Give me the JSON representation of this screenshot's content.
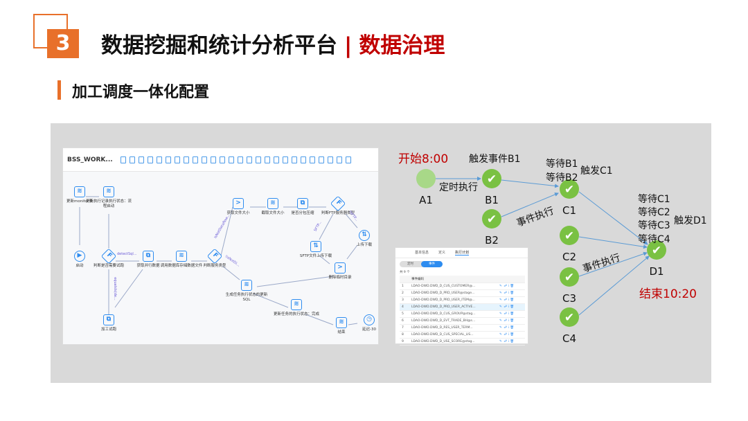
{
  "header": {
    "number": "3",
    "title": "数据挖掘和统计分析平台",
    "separator": "|",
    "title_highlight": "数据治理",
    "subtitle": "加工调度一体化配置"
  },
  "workflow": {
    "name": "BSS_WORK...",
    "nodes": [
      "更新monitor表",
      "更新执行记录执行状态：流程启动",
      "启动",
      "判断是否需要试跑",
      "加工试跑",
      "获取并行数据",
      "调用数据库存储数据文件",
      "判断服务类型",
      "获取文件大小",
      "截取文件大小",
      "是否分包压缩",
      "判断FTP服务器类型",
      "上传下载",
      "SFTP文件上传下载",
      "删除临时目录",
      "生成任务执行状态的更新SQL",
      "更新任务的执行状态：完成",
      "结束",
      "延迟-30"
    ],
    "edge_labels": [
      "detectSql...",
      "equalsIs(de...",
      "IsNotDataflow...",
      "!isNotDi...",
      "SFTP...",
      "!SFTP..."
    ]
  },
  "schedule_table": {
    "tabs": [
      "基本信息",
      "定义",
      "执行计划"
    ],
    "toggle": [
      "定时",
      "事件"
    ],
    "count": "共 9 个",
    "column": "事件编码",
    "rows": [
      [
        "1",
        "LDAO-DWD.DWD_D_CUS_CUSTOMER@..."
      ],
      [
        "2",
        "LDAO-DWD.DWD_D_PRD_USER@stage..."
      ],
      [
        "3",
        "LDAO-DWD.DWD_D_PRD_USER_ITEM@..."
      ],
      [
        "4",
        "LDAO-DWD.DWD_D_PRD_USER_ACTIVE..."
      ],
      [
        "5",
        "LDAO-DWD.DWD_D_CUS_GROUP@stag..."
      ],
      [
        "6",
        "LDAO-DWD.DWD_D_EVT_TRADE_BH@s..."
      ],
      [
        "7",
        "LDAO-DWD.DWD_D_RES_USER_TERM..."
      ],
      [
        "8",
        "LDAO-DWD.DWD_D_CUS_SPECIAL_LIS..."
      ],
      [
        "9",
        "LDAO-DWD.DWD_D_USE_SCORE@stag..."
      ]
    ]
  },
  "flow": {
    "start": "开始8:00",
    "end": "结束10:20",
    "trigger_b1": "触发事件B1",
    "timed": "定时执行",
    "event1": "事件执行",
    "event2": "事件执行",
    "wait_b": [
      "等待B1",
      "等待B2"
    ],
    "trigger_c1": "触发C1",
    "wait_c": [
      "等待C1",
      "等待C2",
      "等待C3",
      "等待C4"
    ],
    "trigger_d1": "触发D1",
    "nodes": [
      "A1",
      "B1",
      "B2",
      "C1",
      "C2",
      "C3",
      "C4",
      "D1"
    ]
  },
  "colors": {
    "accent": "#e8702a",
    "highlight": "#c00000",
    "node_green": "#7ac143",
    "start_green": "#a8d888",
    "edge": "#5b9bd5"
  }
}
